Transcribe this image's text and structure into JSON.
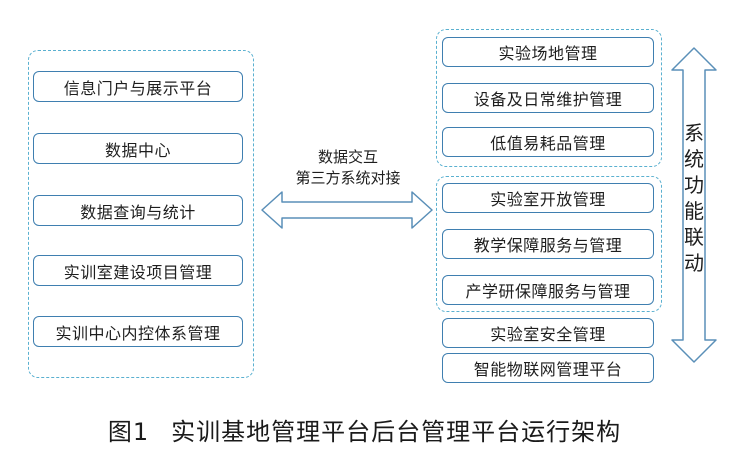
{
  "left_panel": {
    "items": [
      "信息门户与展示平台",
      "数据中心",
      "数据查询与统计",
      "实训室建设项目管理",
      "实训中心内控体系管理"
    ]
  },
  "middle": {
    "line1": "数据交互",
    "line2": "第三方系统对接"
  },
  "right_panel": {
    "group1": [
      "实验场地管理",
      "设备及日常维护管理",
      "低值易耗品管理"
    ],
    "group2": [
      "实验室开放管理",
      "教学保障服务与管理",
      "产学研保障服务与管理"
    ],
    "standalone": [
      "实验室安全管理",
      "智能物联网管理平台"
    ]
  },
  "side_label": "系统功能联动",
  "caption": {
    "figure_number": "图1",
    "title": "实训基地管理平台后台管理平台运行架构"
  },
  "colors": {
    "box_border": "#3f7fb0",
    "group_border": "#5ab0d0",
    "arrow_stroke": "#5a8fb8"
  }
}
